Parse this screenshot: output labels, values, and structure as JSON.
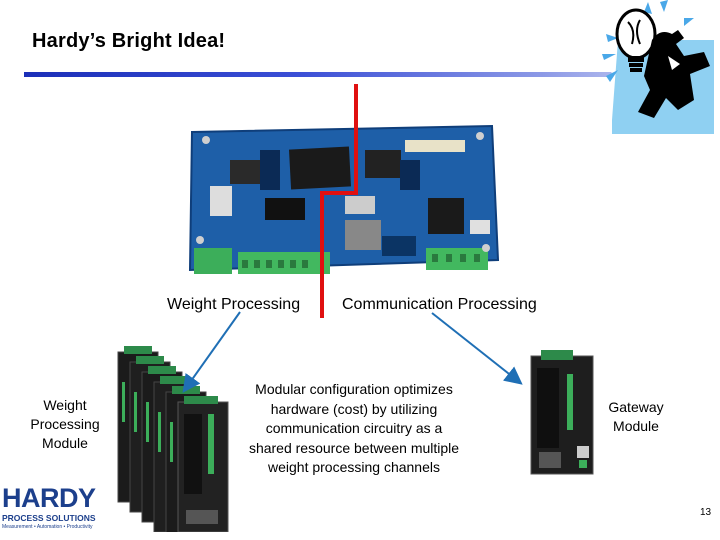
{
  "slide": {
    "title": "Hardy’s Bright Idea!",
    "page_number": "13"
  },
  "labels": {
    "weight_processing": "Weight Processing",
    "communication_processing": "Communication Processing",
    "wpm_line1": "Weight",
    "wpm_line2": "Processing",
    "wpm_line3": "Module",
    "gateway_line1": "Gateway",
    "gateway_line2": "Module"
  },
  "description": {
    "line1": "Modular configuration optimizes",
    "line2": "hardware (cost) by utilizing",
    "line3": "communication circuitry as a",
    "line4": "shared resource between multiple",
    "line5": "weight processing channels"
  },
  "logo": {
    "name": "HARDY",
    "subtitle": "PROCESS SOLUTIONS",
    "tagline": "Measurement • Automation • Productivity"
  },
  "colors": {
    "title_bar": "#1b2fb8",
    "divider_line": "#e01010",
    "arrow": "#1f6fb5",
    "board": "#1e5fa8",
    "logo": "#1c3f8c"
  },
  "icons": [
    "lightbulb-icon",
    "circuit-board-image",
    "module-stack-image",
    "gateway-module-image"
  ]
}
